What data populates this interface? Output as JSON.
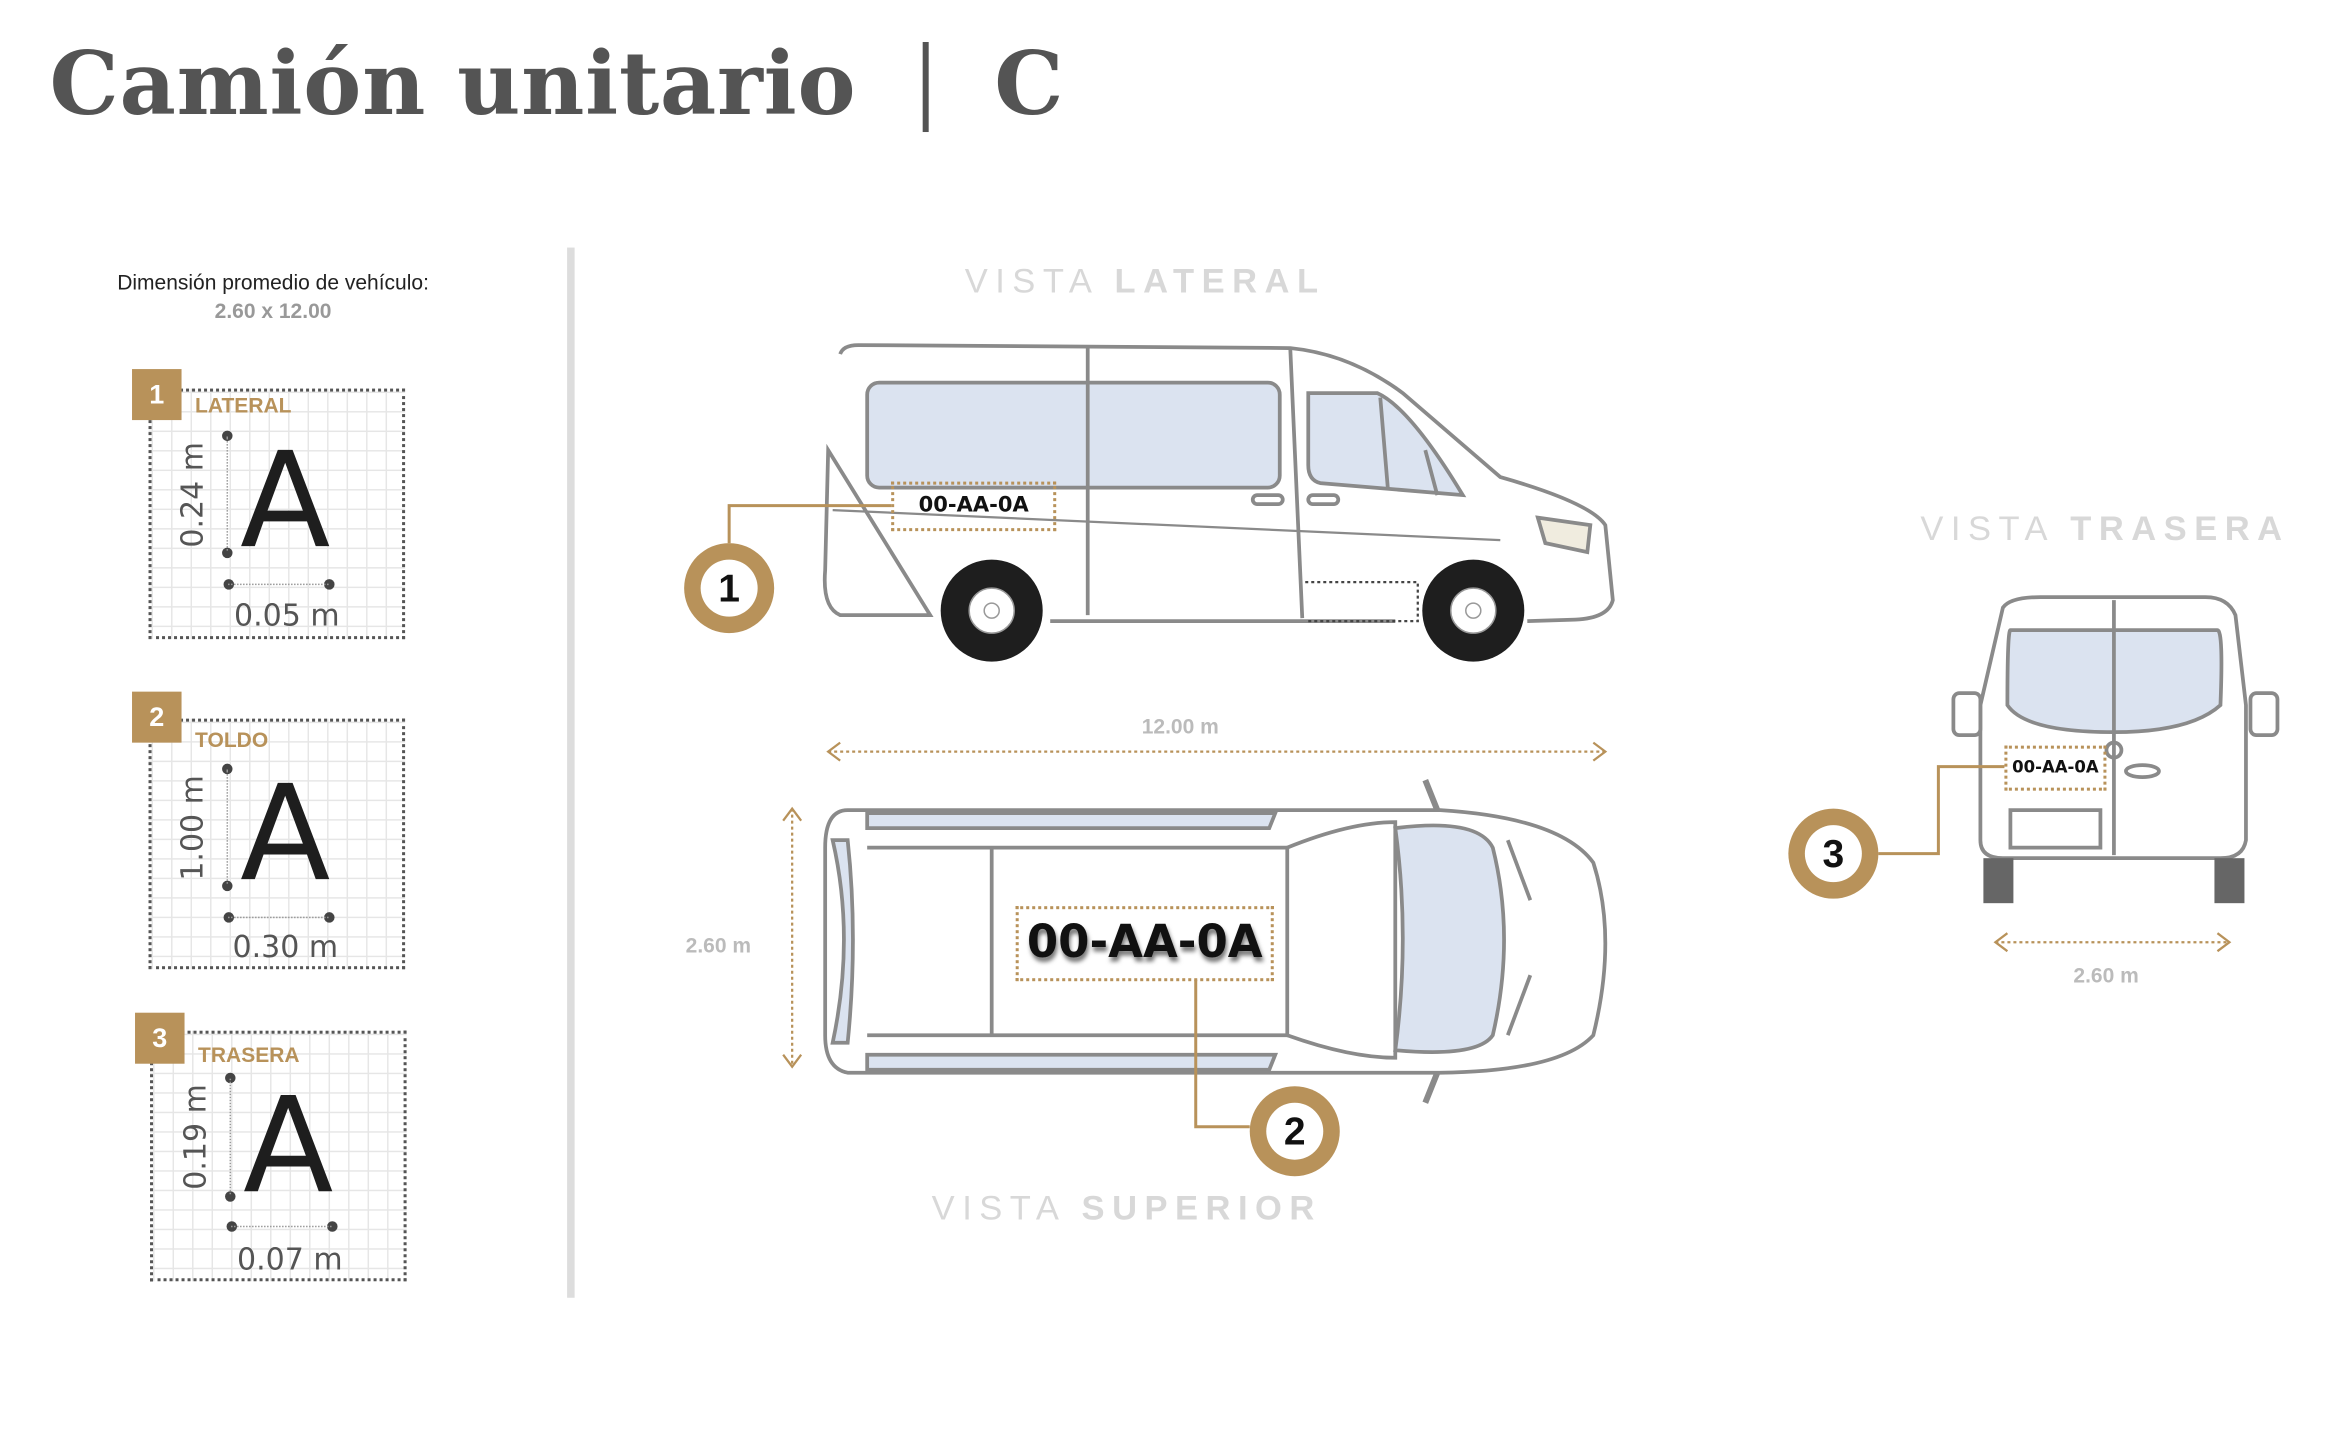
{
  "header": {
    "title": "Camión unitario",
    "category": "C"
  },
  "vehicle": {
    "label": "Dimensión promedio de vehículo:",
    "value": "2.60 x 12.00"
  },
  "placements": [
    {
      "number": "1",
      "label": "LATERAL",
      "height": "0.24 m",
      "width": "0.05 m",
      "glyph": "A"
    },
    {
      "number": "2",
      "label": "TOLDO",
      "height": "1.00 m",
      "width": "0.30 m",
      "glyph": "A"
    },
    {
      "number": "3",
      "label": "TRASERA",
      "height": "0.19 m",
      "width": "0.07 m",
      "glyph": "A"
    }
  ],
  "views": {
    "lateral": {
      "word": "VISTA",
      "name": "LATERAL"
    },
    "superior": {
      "word": "VISTA",
      "name": "SUPERIOR"
    },
    "trasera": {
      "word": "VISTA",
      "name": "TRASERA"
    }
  },
  "measures": {
    "length": "12.00 m",
    "width_top": "2.60 m",
    "width_rear": "2.60 m"
  },
  "plate_text": "00-AA-0A",
  "colors": {
    "accent": "#b8925a",
    "title": "#545454",
    "glass": "#dbe3f0"
  }
}
